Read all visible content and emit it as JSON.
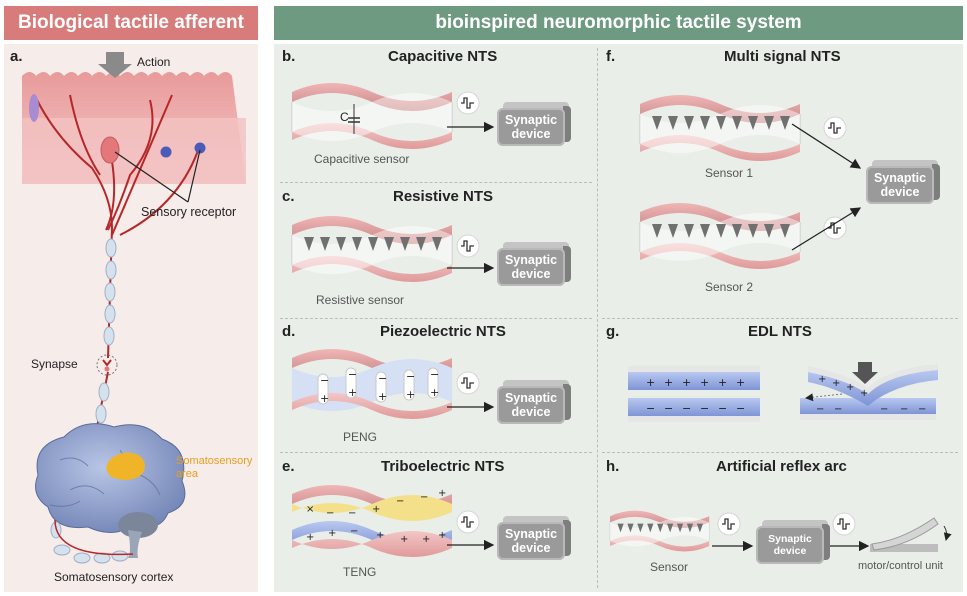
{
  "header": {
    "left_title": "Biological tactile afferent",
    "right_title": "bioinspired neuromorphic tactile system"
  },
  "panel_a": {
    "letter": "a.",
    "action_label": "Action",
    "sensory_receptor_label": "Sensory receptor",
    "synapse_label": "Synapse",
    "somatosensory_area_line1": "Somatosensory",
    "somatosensory_area_line2": "area",
    "cortex_label": "Somatosensory cortex"
  },
  "panel_b": {
    "letter": "b.",
    "title": "Capacitive NTS",
    "c_label": "C",
    "sensor_label": "Capacitive sensor"
  },
  "panel_c": {
    "letter": "c.",
    "title": "Resistive NTS",
    "sensor_label": "Resistive sensor"
  },
  "panel_d": {
    "letter": "d.",
    "title": "Piezoelectric NTS",
    "sensor_label": "PENG"
  },
  "panel_e": {
    "letter": "e.",
    "title": "Triboelectric NTS",
    "sensor_label": "TENG"
  },
  "panel_f": {
    "letter": "f.",
    "title": "Multi signal NTS",
    "sensor1_label": "Sensor 1",
    "sensor2_label": "Sensor 2"
  },
  "panel_g": {
    "letter": "g.",
    "title": "EDL NTS"
  },
  "panel_h": {
    "letter": "h.",
    "title": "Artificial reflex arc",
    "sensor_label": "Sensor",
    "output_label": "motor/control unit"
  },
  "device_line1": "Synaptic",
  "device_line2": "device",
  "colors": {
    "left_header": "#d87b7b",
    "right_header": "#6f9a82",
    "skin": "#e8a0a0",
    "nerve": "#b5282a",
    "brain": "#8d9fc9",
    "somatosensory_area": "#f0b428"
  }
}
